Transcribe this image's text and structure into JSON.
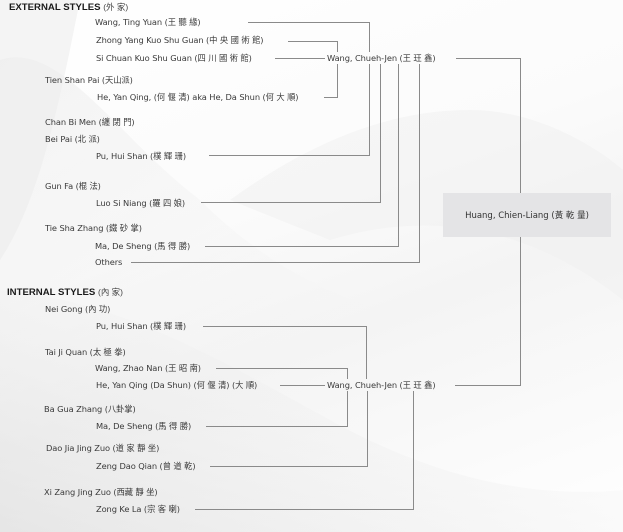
{
  "external": {
    "title": "EXTERNAL STYLES",
    "title_cn": "(外 家)",
    "rows": [
      {
        "text": "Wang, Ting Yuan (王 聽 緣)",
        "kind": "teacher"
      },
      {
        "text": "Zhong Yang Kuo Shu Guan (中 央 國 術 館)",
        "kind": "teacher"
      },
      {
        "text": "Si Chuan Kuo Shu Guan (四 川 國 術 館)",
        "kind": "teacher"
      },
      {
        "text": "Tien Shan Pai (天山派)",
        "kind": "style"
      },
      {
        "text": "He, Yan Qing, (何 偃 清) aka He, Da Shun (何 大 順)",
        "kind": "teacher"
      },
      {
        "text": "Chan Bi Men (纏 閉 門)",
        "kind": "style"
      },
      {
        "text": "Bei Pai (北 派)",
        "kind": "style"
      },
      {
        "text": "Pu, Hui Shan (樸 輝 珊)",
        "kind": "teacher"
      },
      {
        "text": "Gun Fa (棍 法)",
        "kind": "style"
      },
      {
        "text": "Luo Si Niang (羅 四 娘)",
        "kind": "teacher"
      },
      {
        "text": "Tie Sha Zhang (鐵 砂 掌)",
        "kind": "style"
      },
      {
        "text": "Ma, De Sheng (馬 得 勝)",
        "kind": "teacher"
      },
      {
        "text": "Others",
        "kind": "teacher"
      }
    ],
    "hub": "Wang, Chueh-Jen (王 玨 鑫)"
  },
  "internal": {
    "title": "INTERNAL STYLES",
    "title_cn": "(內 家)",
    "rows": [
      {
        "text": "Nei Gong (內 功)",
        "kind": "style"
      },
      {
        "text": "Pu, Hui Shan (樸 輝 珊)",
        "kind": "teacher"
      },
      {
        "text": "Tai Ji Quan (太 極 拳)",
        "kind": "style"
      },
      {
        "text": "Wang, Zhao Nan (王 昭 南)",
        "kind": "teacher"
      },
      {
        "text": "He, Yan Qing (Da Shun) (何 偃 清) (大 順)",
        "kind": "teacher"
      },
      {
        "text": "Ba Gua Zhang (八卦掌)",
        "kind": "style"
      },
      {
        "text": "Ma, De Sheng (馬 得 勝)",
        "kind": "teacher"
      },
      {
        "text": "Dao Jia Jing Zuo (道 家 靜 坐)",
        "kind": "style"
      },
      {
        "text": "Zeng Dao Qian (曾 道 乾)",
        "kind": "teacher"
      },
      {
        "text": "Xi Zang Jing Zuo (西藏 靜 坐)",
        "kind": "style"
      },
      {
        "text": "Zong Ke La (宗 客 喇)",
        "kind": "teacher"
      }
    ],
    "hub": "Wang, Chueh-Jen (王 玨 鑫)"
  },
  "root": "Huang, Chien-Liang (黃 乾 量)",
  "colors": {
    "line": "#8a8a8a",
    "root_box": "#e4e4e6",
    "text": "#3a3a3a"
  }
}
